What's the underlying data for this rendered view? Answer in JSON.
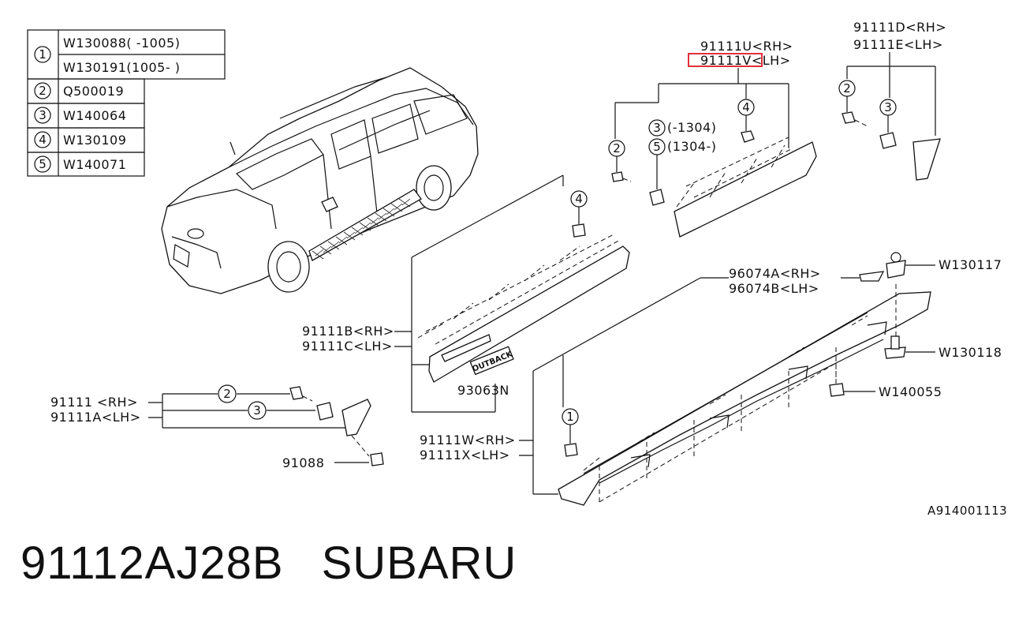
{
  "legend": [
    {
      "num": "1",
      "parts": [
        "W130088(  -1005)",
        "W130191(1005-  )"
      ]
    },
    {
      "num": "2",
      "parts": [
        "Q500019"
      ]
    },
    {
      "num": "3",
      "parts": [
        "W140064"
      ]
    },
    {
      "num": "4",
      "parts": [
        "W130109"
      ]
    },
    {
      "num": "5",
      "parts": [
        "W140071"
      ]
    }
  ],
  "callouts": {
    "c_91111U": "91111U<RH>",
    "c_91111V": "91111V<LH>",
    "c_91111D": "91111D<RH>",
    "c_91111E": "91111E<LH>",
    "c_3_range": "(-1304)",
    "c_5_range": "(1304-)",
    "c_91111B": "91111B<RH>",
    "c_91111C": "91111C<LH>",
    "c_93063N": "93063N",
    "c_badge": "OUTBACK",
    "c_91111": "91111 <RH>",
    "c_91111A": "91111A<LH>",
    "c_91088": "91088",
    "c_96074A": "96074A<RH>",
    "c_96074B": "96074B<LH>",
    "c_W130117": "W130117",
    "c_W130118": "W130118",
    "c_W140055": "W140055",
    "c_91111W": "91111W<RH>",
    "c_91111X": "91111X<LH>",
    "c_ref": "A914001113"
  },
  "markers": {
    "n1": "1",
    "n2": "2",
    "n3": "3",
    "n4": "4",
    "n5": "5"
  },
  "highlight_color": "#e0303a",
  "footer": {
    "part_number": "91112AJ28B",
    "brand": "SUBARU"
  }
}
